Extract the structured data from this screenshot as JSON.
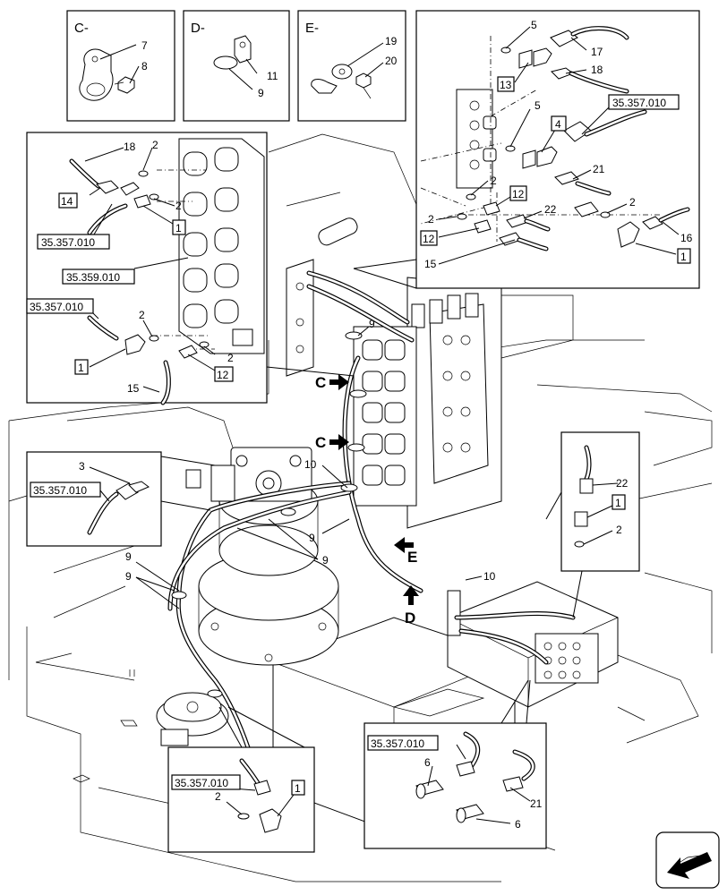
{
  "detail_headers": {
    "c": "C-",
    "d": "D-",
    "e": "E-"
  },
  "view_letters": {
    "c_upper": "C",
    "c_lower": "C",
    "d": "D",
    "e": "E"
  },
  "refs": {
    "r_35357010": "35.357.010",
    "r_35359010": "35.359.010"
  },
  "callouts": {
    "n1": "1",
    "n2": "2",
    "n3": "3",
    "n4": "4",
    "n5": "5",
    "n6": "6",
    "n7": "7",
    "n8": "8",
    "n9": "9",
    "n10": "10",
    "n11": "11",
    "n12": "12",
    "n13": "13",
    "n14": "14",
    "n15": "15",
    "n16": "16",
    "n17": "17",
    "n18": "18",
    "n19": "19",
    "n20": "20",
    "n21": "21",
    "n22": "22"
  },
  "icons": {
    "orientation": "front-direction-arrow-icon",
    "view_arrow": "view-direction-arrow-icon"
  },
  "colors": {
    "line": "#000000",
    "background": "#ffffff"
  }
}
